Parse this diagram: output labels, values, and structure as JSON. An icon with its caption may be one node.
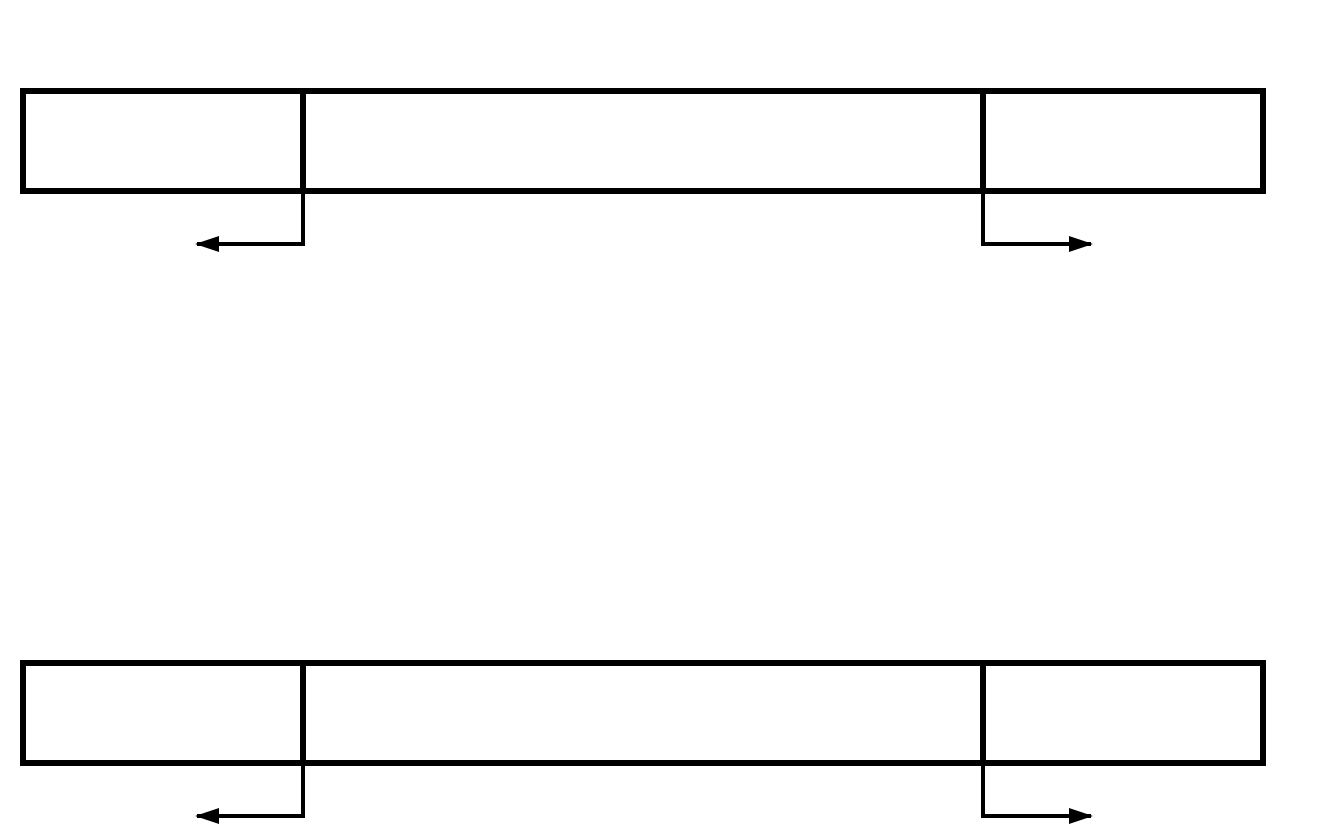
{
  "diagram": {
    "nodes": [
      {
        "text": [],
        "shape": "box"
      },
      {
        "text": [],
        "shape": "box"
      },
      {
        "text": [],
        "shape": "box"
      },
      {
        "text": [],
        "shape": "box"
      },
      {
        "text": [],
        "shape": "box"
      },
      {
        "text": [],
        "shape": "box"
      }
    ],
    "edges": [
      {
        "from": 0,
        "to": null,
        "arrow": "to"
      },
      {
        "from": 2,
        "to": null,
        "arrow": "to"
      },
      {
        "from": 3,
        "to": null,
        "arrow": "to"
      },
      {
        "from": 5,
        "to": null,
        "arrow": "to"
      }
    ]
  }
}
